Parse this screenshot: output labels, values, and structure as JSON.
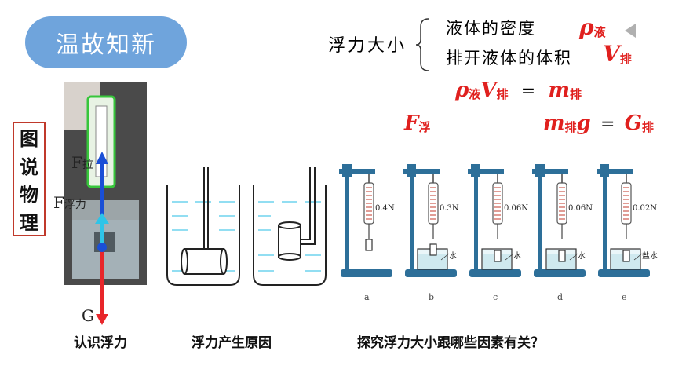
{
  "title": "温故知新",
  "sidebar": {
    "chars": [
      "图",
      "说",
      "物",
      "理"
    ]
  },
  "buoyancy": {
    "label": "浮力大小",
    "factor1": "液体的密度",
    "factor2": "排开液体的体积",
    "rho_sym": "ρ",
    "rho_sub": "液",
    "v_sym": "V",
    "v_sub": "排",
    "eq_rho": "ρ",
    "eq_rho_sub": "液",
    "eq_v": "V",
    "eq_v_sub": "排",
    "eq_equals": "=",
    "eq_m": "m",
    "eq_m_sub": "排",
    "f_sym": "F",
    "f_sub": "浮",
    "eq2_m": "m",
    "eq2_m_sub": "排",
    "eq2_g": "g",
    "eq2_equals": "=",
    "eq2_G": "G",
    "eq2_G_sub": "排"
  },
  "forces": {
    "pull": "F",
    "pull_sub": "拉",
    "buoy": "F",
    "buoy_sub": "浮力",
    "gravity": "G"
  },
  "experiments": [
    {
      "reading": "0.4N",
      "letter": "a",
      "liquid": ""
    },
    {
      "reading": "0.3N",
      "letter": "b",
      "liquid": "水"
    },
    {
      "reading": "0.06N",
      "letter": "c",
      "liquid": "水"
    },
    {
      "reading": "0.06N",
      "letter": "d",
      "liquid": "水"
    },
    {
      "reading": "0.02N",
      "letter": "e",
      "liquid": "盐水"
    }
  ],
  "captions": {
    "c1": "认识浮力",
    "c2": "浮力产生原因",
    "c3": "探究浮力大小跟哪些因素有关？"
  },
  "colors": {
    "pill": "#6fa4dc",
    "red": "#e0201e",
    "blue": "#1a4fd6",
    "cyan": "#2ec4e8",
    "water": "#6fd3ee"
  }
}
